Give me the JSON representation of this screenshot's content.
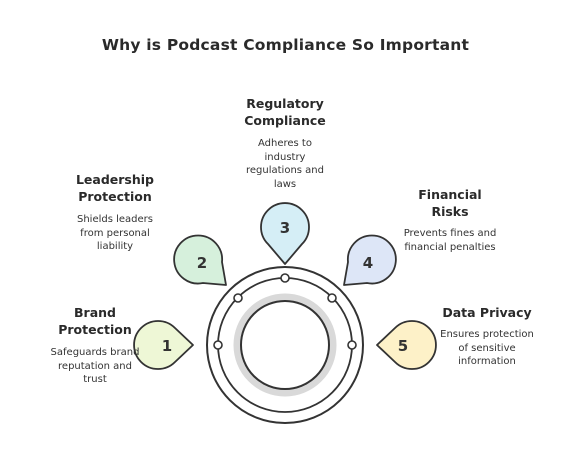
{
  "title": "Why is Podcast Compliance So Important",
  "items": [
    {
      "number": "1",
      "heading": "Brand\nProtection",
      "description": "Safeguards brand\nreputation and\ntrust",
      "color": "#eef7d6"
    },
    {
      "number": "2",
      "heading": "Leadership\nProtection",
      "description": "Shields leaders\nfrom personal\nliability",
      "color": "#d6f0dc"
    },
    {
      "number": "3",
      "heading": "Regulatory\nCompliance",
      "description": "Adheres to\nindustry\nregulations and\nlaws",
      "color": "#d5eef6"
    },
    {
      "number": "4",
      "heading": "Financial\nRisks",
      "description": "Prevents fines and\nfinancial penalties",
      "color": "#dde6f7"
    },
    {
      "number": "5",
      "heading": "Data Privacy",
      "description": "Ensures protection\nof sensitive\ninformation",
      "color": "#fdf1c8"
    }
  ],
  "stroke_color": "#333333"
}
